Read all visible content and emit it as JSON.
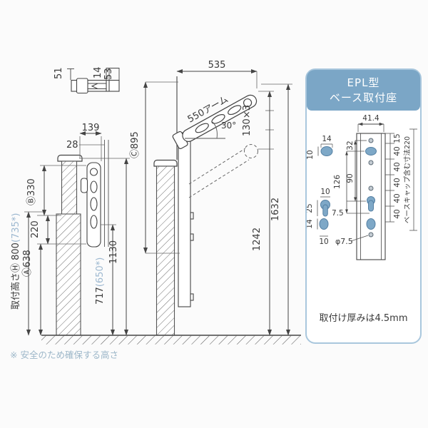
{
  "top_detail": {
    "d51": "51",
    "d14": "14",
    "d53": "53"
  },
  "left_view": {
    "d139": "139",
    "d28": "28",
    "b330": "Ⓑ330",
    "d220": "220",
    "a638": "Ⓐ638",
    "h800": "取付高さⒽ 800",
    "h800_alt": "(735*)",
    "d717": "717",
    "d717_alt": "(650*)",
    "d1130": "1130"
  },
  "center_view": {
    "d535": "535",
    "arm": "550アーム",
    "angle": "30°",
    "d130": "130×3",
    "c895": "Ⓒ895",
    "d1242": "1242",
    "d1632": "1632"
  },
  "panel": {
    "title1": "EPL型",
    "title2": "ベース取付座",
    "d414": "41.4",
    "pitch": [
      "15",
      "40",
      "40",
      "40",
      "40",
      "40"
    ],
    "side_total": "ベースキャップ含む寸法220",
    "d32": "32",
    "d90": "90",
    "d126": "126",
    "hole_top_w": "14",
    "hole_top_h": "10",
    "slot_w": "10",
    "slot_len": "25",
    "slot_r": "7.5",
    "hole_bottom_h": "14",
    "hole_bottom_w": "10",
    "phi": "φ7.5",
    "thickness": "取付け厚みは4.5mm"
  },
  "footnote": "※ 安全のため確保する高さ"
}
